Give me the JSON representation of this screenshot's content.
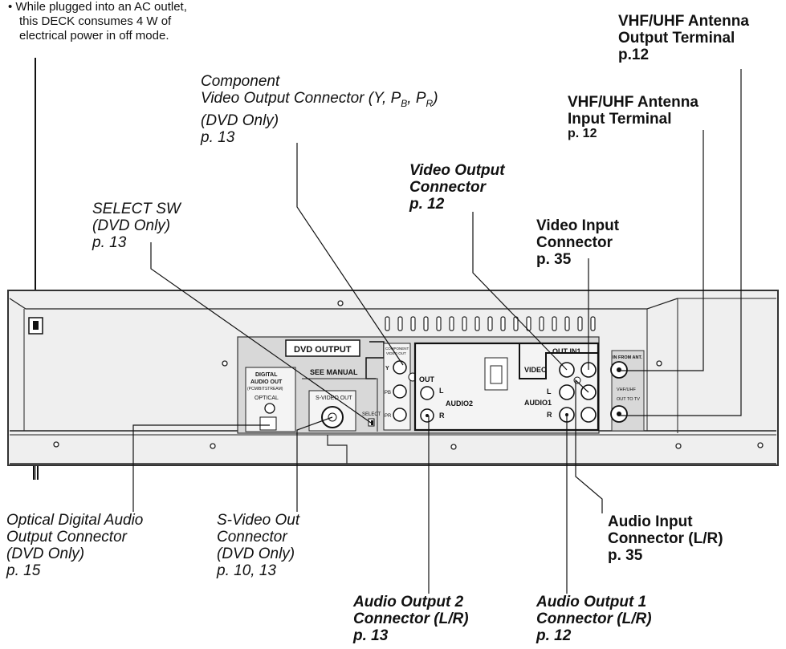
{
  "note": {
    "lines": [
      "• While plugged into an AC outlet,",
      "  this DECK consumes 4 W of",
      "  electrical power in off mode."
    ]
  },
  "labels": {
    "component": [
      "Component",
      "Video Output Connector (Y, P",
      "B",
      ", P",
      "R",
      ")",
      "(DVD Only)",
      "p. 13"
    ],
    "select_sw": [
      "SELECT SW",
      "(DVD Only)",
      "p. 13"
    ],
    "video_output": [
      "Video Output",
      "Connector",
      "p. 12"
    ],
    "antenna_output": [
      "VHF/UHF Antenna",
      "Output Terminal",
      "p.12"
    ],
    "antenna_input": [
      "VHF/UHF Antenna",
      "Input Terminal",
      "p. 12"
    ],
    "video_input": [
      "Video Input",
      "Connector",
      "p. 35"
    ],
    "optical": [
      "Optical Digital Audio",
      "Output Connector",
      "(DVD Only)",
      "p. 15"
    ],
    "svideo": [
      "S-Video Out",
      "Connector",
      "(DVD Only)",
      "p. 10, 13"
    ],
    "audio_input": [
      "Audio Input",
      "Connector (L/R)",
      "p. 35"
    ],
    "audio_out2": [
      "Audio Output 2",
      "Connector (L/R)",
      "p. 13"
    ],
    "audio_out1": [
      "Audio Output 1",
      "Connector (L/R)",
      "p. 12"
    ]
  },
  "panel": {
    "dvd_output": "DVD OUTPUT",
    "digital_audio_out": [
      "DIGITAL",
      "AUDIO OUT",
      "(PCM/BITSTREAM)"
    ],
    "optical": "OPTICAL",
    "see_manual": "SEE MANUAL",
    "svideo_out": "S-VIDEO OUT",
    "select": "SELECT",
    "component_hdr": [
      "COMPONENT",
      "VIDEO OUT"
    ],
    "y": "Y",
    "pb": "PB",
    "pr": "PR",
    "out": "OUT",
    "l": "L",
    "r": "R",
    "audio2": "AUDIO2",
    "video": "VIDEO",
    "out_in1": "OUT IN1",
    "audio1": "AUDIO1",
    "in_from_ant": "IN FROM ANT.",
    "vhf_uhf": "VHF/UHF",
    "out_to_tv": "OUT TO TV"
  }
}
